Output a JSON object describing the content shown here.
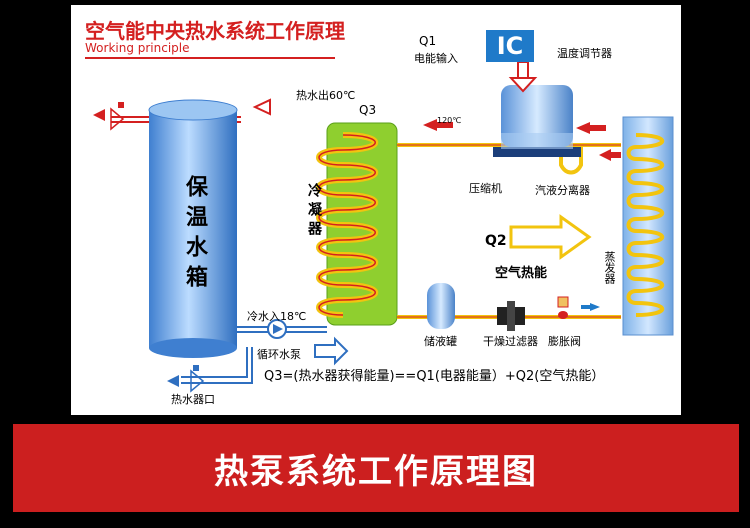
{
  "diagram": {
    "title": "空气能中央热水系统工作原理",
    "subtitle": "Working principle",
    "q1": "Q1",
    "power_input": "电能输入",
    "ic": "IC",
    "thermostat": "温度调节器",
    "hot_water_out": "热水出60℃",
    "q3": "Q3",
    "temp_120": "120℃",
    "compressor": "压缩机",
    "separator": "汽液分离器",
    "tank": "保温水箱",
    "condenser": "冷凝器",
    "q2": "Q2",
    "air_heat": "空气热能",
    "evaporator": "蒸发器",
    "cold_water_in": "冷水入18℃",
    "circ_pump": "循环水泵",
    "receiver": "储液罐",
    "dryer": "干燥过滤器",
    "expansion_valve": "膨胀阀",
    "heater_outlet": "热水器口",
    "formula": "Q3=(热水器获得能量)==Q1(电器能量）+Q2(空气热能）"
  },
  "banner": {
    "title": "热泵系统工作原理图"
  },
  "colors": {
    "accent_red": "#d42020",
    "banner_red": "#cc1f1f",
    "pipe_yellow": "#f2c40f",
    "coil_green": "#8fcf2f",
    "tank_blue": "#6aa6e6",
    "ic_blue": "#1f7ac9"
  }
}
